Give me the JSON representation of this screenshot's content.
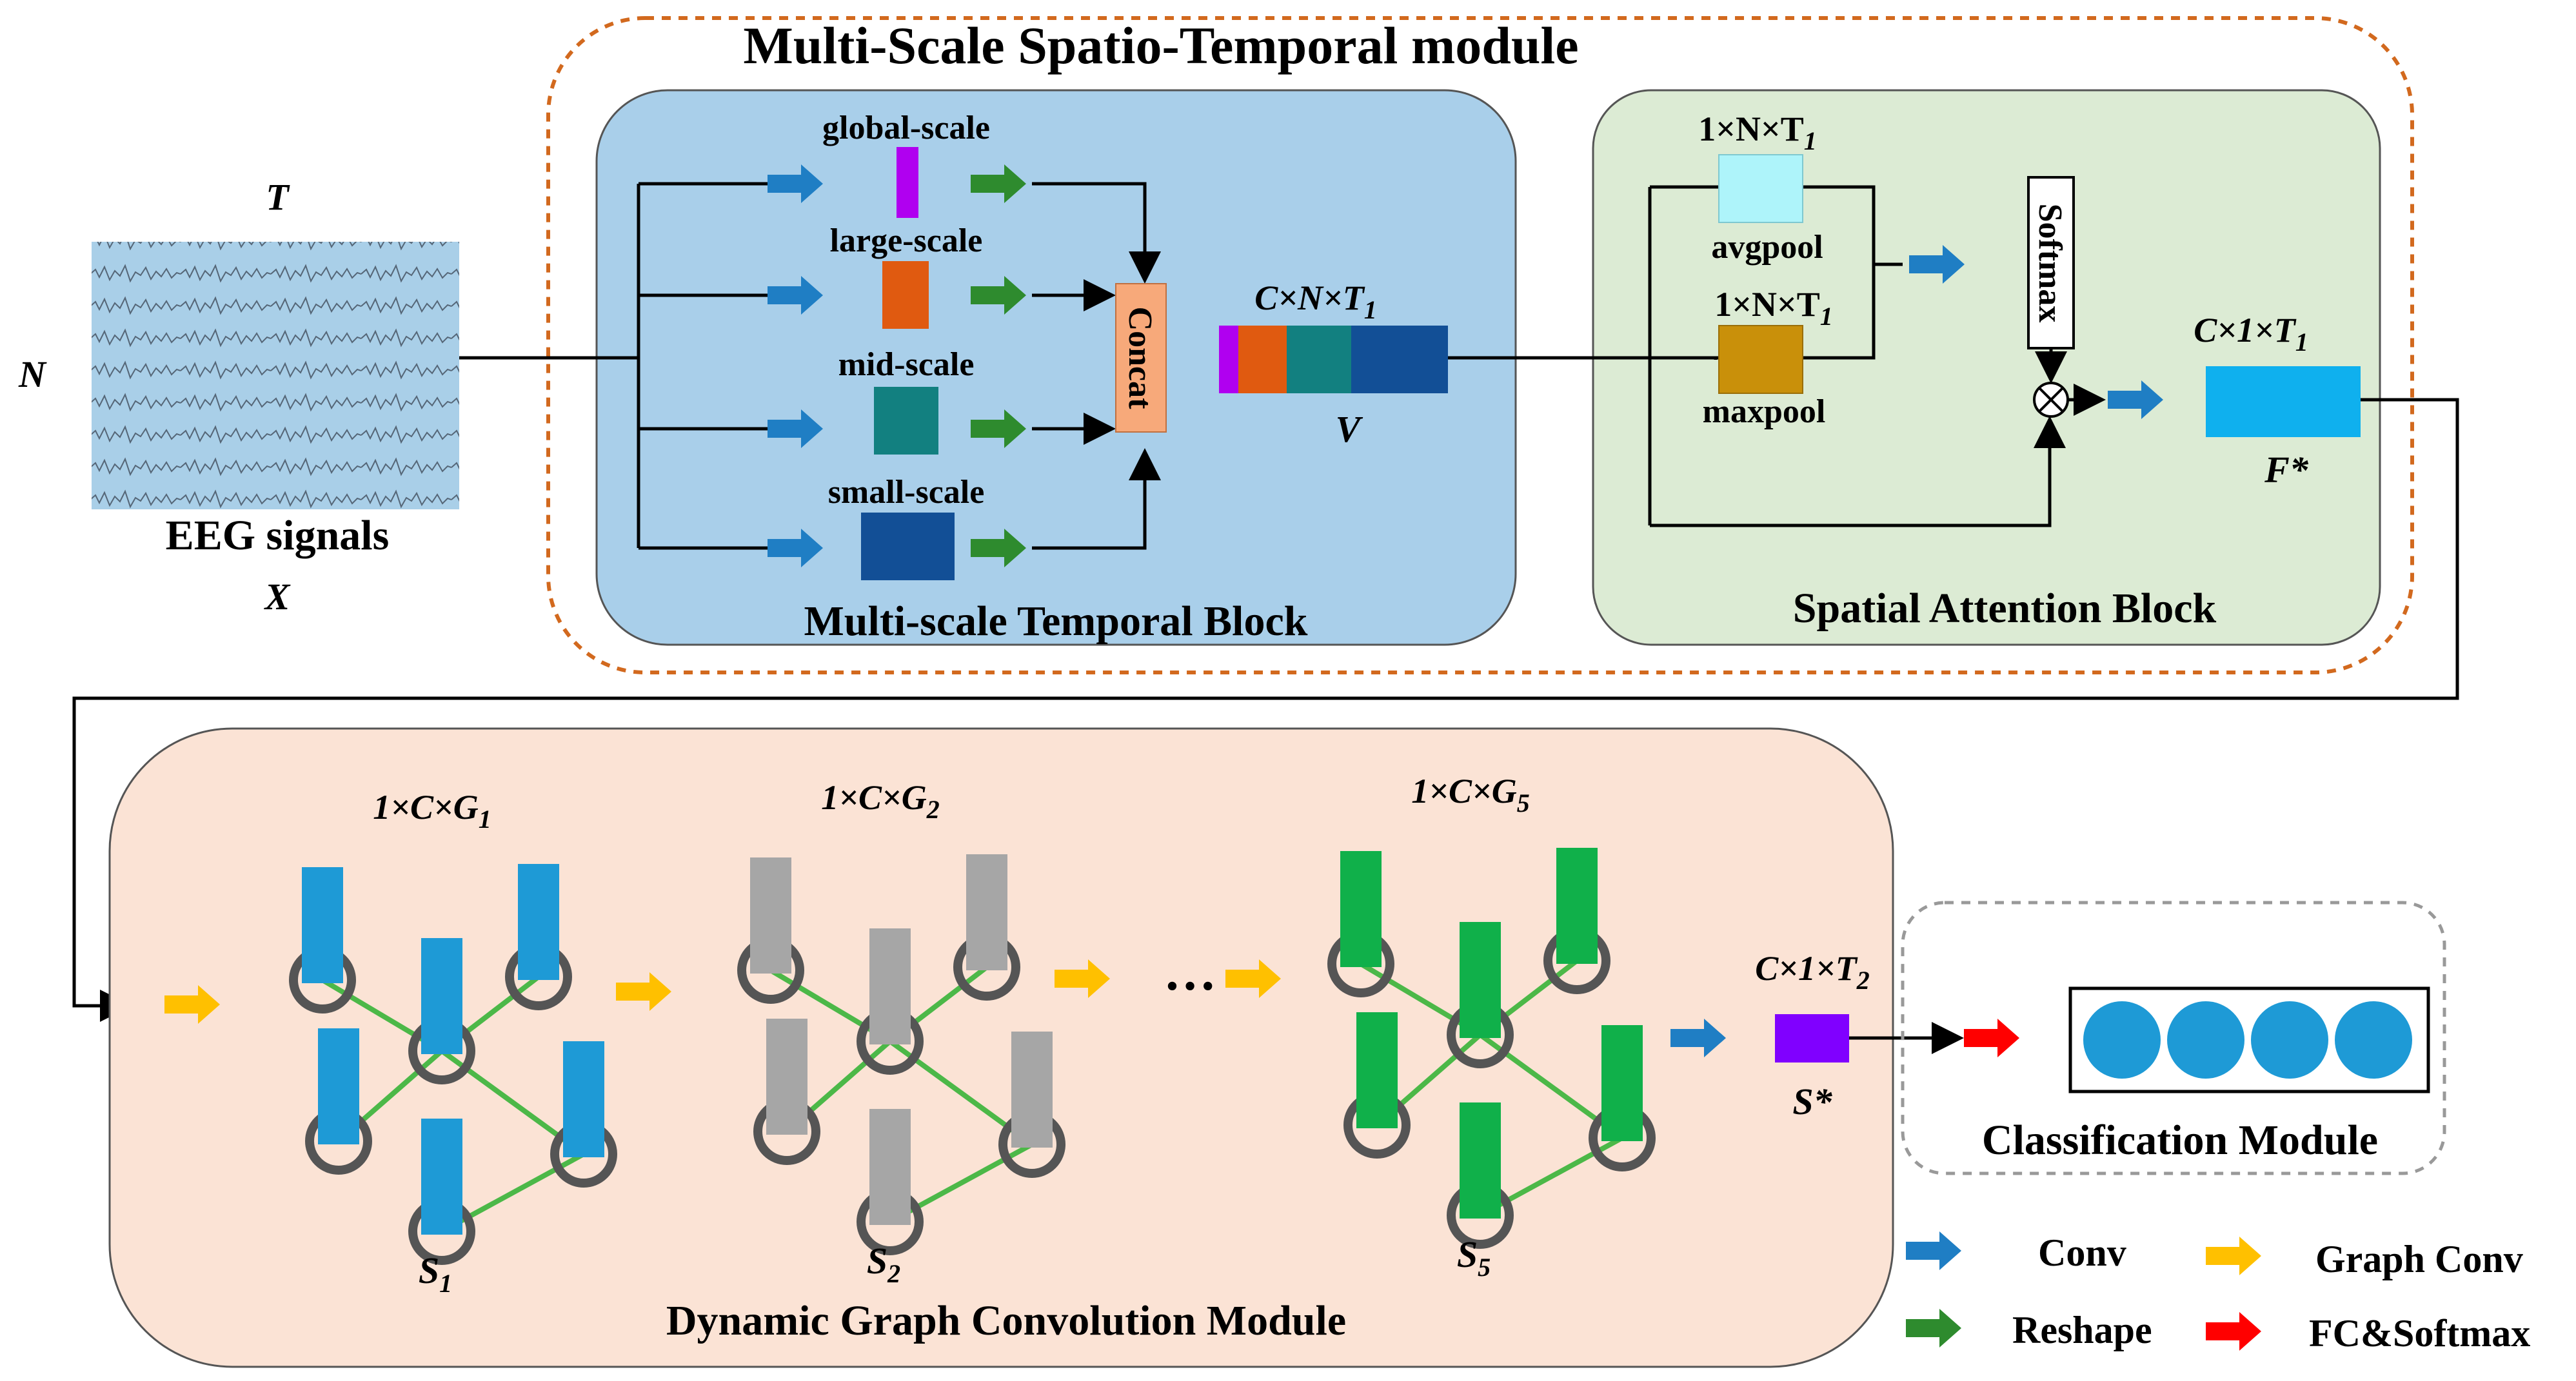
{
  "top_module": {
    "title": "Multi-Scale Spatio-Temporal module",
    "temporal_block": {
      "title": "Multi-scale Temporal Block",
      "scales": [
        "global-scale",
        "large-scale",
        "mid-scale",
        "small-scale"
      ],
      "concat_label": "Concat",
      "output_dim": {
        "main": "C×N×T",
        "sub": "1"
      },
      "output_name": "V"
    },
    "attention_block": {
      "title": "Spatial Attention Block",
      "avgpool_dim": {
        "main": "1×N×T",
        "sub": "1"
      },
      "avgpool_label": "avgpool",
      "maxpool_dim": {
        "main": "1×N×T",
        "sub": "1"
      },
      "maxpool_label": "maxpool",
      "softmax_label": "Softmax",
      "multiply_symbol": "⊗",
      "output_dim": {
        "main": "C×1×T",
        "sub": "1"
      },
      "output_name": "F*"
    }
  },
  "eeg": {
    "label": "EEG signals",
    "axis_top": "T",
    "axis_left": "N",
    "axis_bottom": "X"
  },
  "graph_module": {
    "title": "Dynamic Graph Convolution Module",
    "graphs": [
      {
        "dim": {
          "main": "1×C×G",
          "sub": "1"
        },
        "name": {
          "main": "S",
          "sub": "1"
        },
        "color": "#1e9ad6"
      },
      {
        "dim": {
          "main": "1×C×G",
          "sub": "2"
        },
        "name": {
          "main": "S",
          "sub": "2"
        },
        "color": "#a6a6a6"
      },
      {
        "dim": {
          "main": "1×C×G",
          "sub": "5"
        },
        "name": {
          "main": "S",
          "sub": "5"
        },
        "color": "#10b04a"
      }
    ],
    "ellipsis": "…",
    "output_dim": {
      "main": "C×1×T",
      "sub": "2"
    },
    "output_name": "S*"
  },
  "classification": {
    "title": "Classification Module",
    "nodes": 4
  },
  "legend": [
    {
      "label": "Conv",
      "color": "#1f7ec4",
      "icon": "blue-arrow-icon"
    },
    {
      "label": "Graph Conv",
      "color": "#ffc000",
      "icon": "yellow-arrow-icon"
    },
    {
      "label": "Reshape",
      "color": "#2e8b2e",
      "icon": "green-arrow-icon"
    },
    {
      "label": "FC&Softmax",
      "color": "#ff0000",
      "icon": "red-arrow-icon"
    }
  ],
  "colors": {
    "conv": "#1f7ec4",
    "reshape": "#2e8b2e",
    "graph_conv": "#ffc000",
    "fc_softmax": "#ff0000",
    "temporal_bg": "#a9cfea",
    "attention_bg": "#dcebd4",
    "graph_bg": "#fbe3d5",
    "module_border": "#d2691e"
  }
}
